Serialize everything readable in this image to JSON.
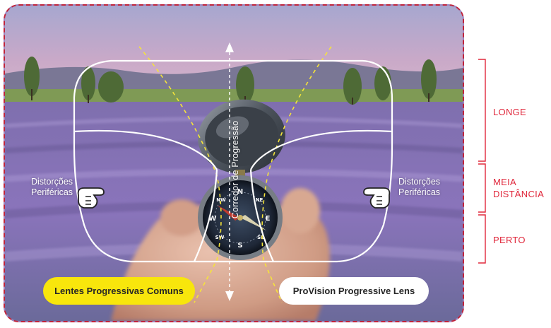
{
  "zones": {
    "far": "LONGE",
    "mid_line1": "MEIA",
    "mid_line2": "DISTÂNCIA",
    "near": "PERTO"
  },
  "lens_labels": {
    "common": "Lentes Progressivas Comuns",
    "provision": "ProVision Progressive Lens"
  },
  "peripheral": {
    "left_line1": "Distorções",
    "left_line2": "Periféricas",
    "right_line1": "Distorções",
    "right_line2": "Periféricas"
  },
  "corridor_label": "Corredor de Progressão",
  "colors": {
    "zone_bracket": "#e0283c",
    "common_pill": "#f8e60c",
    "provision_pill": "#ffffff",
    "common_outline": "#f5e43a",
    "provision_outline": "#ffffff"
  },
  "icons": [
    "pointing-hand-icon",
    "compass-icon",
    "double-arrow-icon"
  ]
}
